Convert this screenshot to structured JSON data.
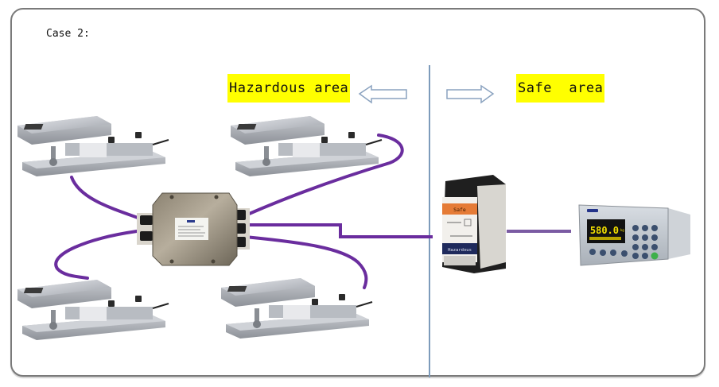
{
  "diagram": {
    "case_label": "Case 2:",
    "zones": {
      "hazardous": {
        "label": "Hazardous area",
        "arrow": "left-arrow"
      },
      "safe": {
        "label": "Safe  area",
        "arrow": "right-arrow"
      }
    },
    "colors": {
      "highlight": "#ffff00",
      "cable": "#6a2d9e",
      "divider": "#7d9bbb",
      "frame": "#7a7a7a"
    },
    "components": {
      "load_cells": [
        {
          "id": "load-cell-top-left"
        },
        {
          "id": "load-cell-top-right"
        },
        {
          "id": "load-cell-bottom-left"
        },
        {
          "id": "load-cell-bottom-right"
        }
      ],
      "junction_box": {
        "id": "junction-box"
      },
      "barrier": {
        "id": "safety-barrier",
        "label_top": "Safe",
        "label_bottom": "Hazardous"
      },
      "indicator": {
        "id": "weighing-indicator",
        "display_value": "580.0",
        "display_unit": "kg"
      }
    }
  }
}
